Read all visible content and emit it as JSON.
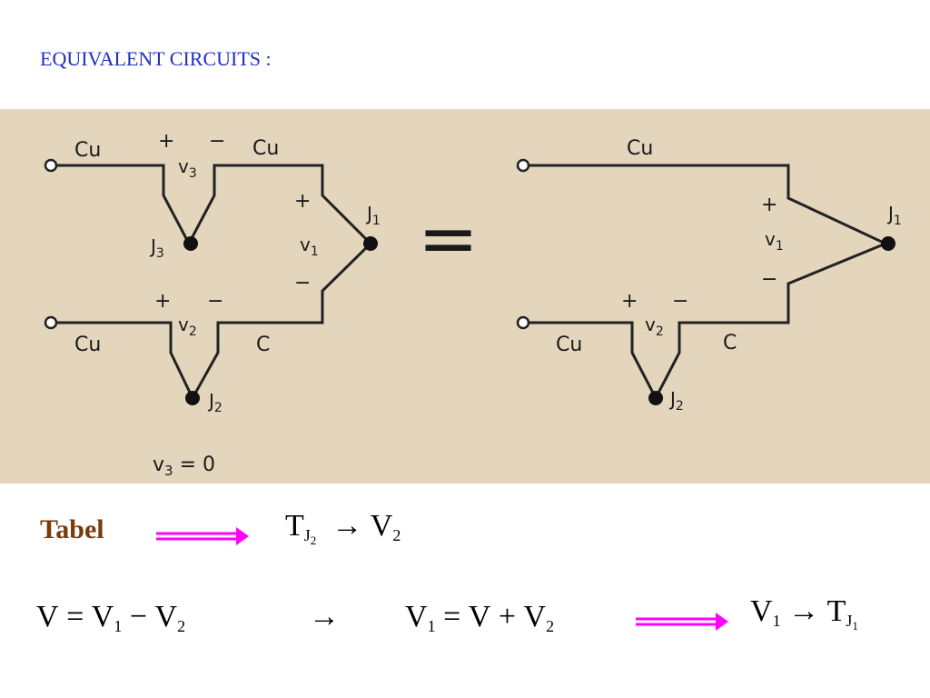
{
  "title": "EQUIVALENT CIRCUITS :",
  "circuit_left": {
    "cu_top_left": "Cu",
    "cu_top_right": "Cu",
    "v3_plus": "+",
    "v3_minus": "−",
    "v3": "v",
    "v3_sub": "3",
    "j3": "J",
    "j3_sub": "3",
    "v1_plus": "+",
    "v1": "v",
    "v1_sub": "1",
    "v1_minus": "−",
    "j1": "J",
    "j1_sub": "1",
    "v2_plus": "+",
    "v2_minus": "−",
    "v2": "v",
    "v2_sub": "2",
    "cu_bottom": "Cu",
    "c_bottom": "C",
    "j2": "J",
    "j2_sub": "2",
    "note": "v",
    "note_sub": "3",
    "note_rest": " = 0"
  },
  "equals_sign": "=",
  "circuit_right": {
    "cu_top": "Cu",
    "v1_plus": "+",
    "v1": "v",
    "v1_sub": "1",
    "v1_minus": "−",
    "j1": "J",
    "j1_sub": "1",
    "v2_plus": "+",
    "v2_minus": "−",
    "v2": "v",
    "v2_sub": "2",
    "cu_bottom": "Cu",
    "c_bottom": "C",
    "j2": "J",
    "j2_sub": "2"
  },
  "tabel_label": "Tabel",
  "eq1": {
    "T": "T",
    "J": "J",
    "J_sub": "2",
    "arrow": "→",
    "V": "V",
    "V_sub": "2"
  },
  "eq2": {
    "V": "V",
    "eqsign": "=",
    "V1": "V",
    "V1_sub": "1",
    "minus": "−",
    "V2": "V",
    "V2_sub": "2",
    "arrow": "→",
    "V1b": "V",
    "V1b_sub": "1",
    "eqsign2": "=",
    "Vb": "V",
    "plus": "+",
    "V2b": "V",
    "V2b_sub": "2"
  },
  "eq3": {
    "V": "V",
    "V_sub": "1",
    "arrow": "→",
    "T": "T",
    "J": "J",
    "J_sub": "1"
  },
  "colors": {
    "title": "#1f2fc4",
    "tabel": "#7a3b0a",
    "arrow": "#ff00ff",
    "paper": "#e3d6bd"
  }
}
